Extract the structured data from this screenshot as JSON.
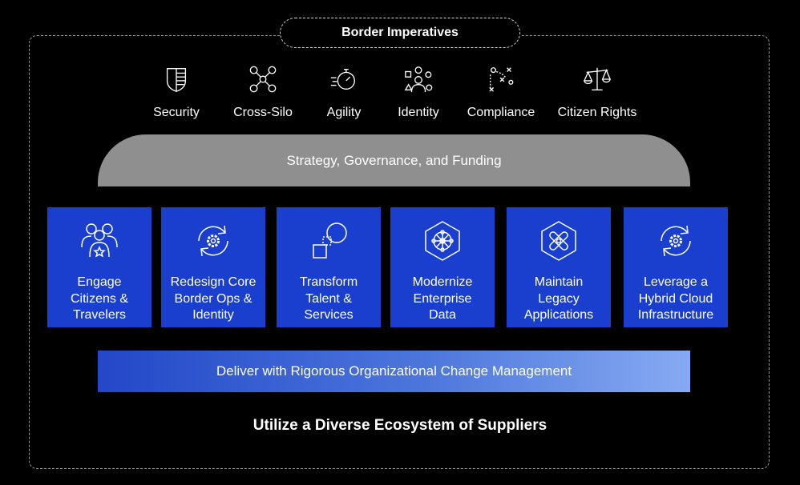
{
  "header": {
    "title": "Border Imperatives"
  },
  "imperatives": [
    {
      "label": "Security",
      "icon": "shield-icon"
    },
    {
      "label": "Cross-Silo",
      "icon": "network-icon"
    },
    {
      "label": "Agility",
      "icon": "stopwatch-icon"
    },
    {
      "label": "Identity",
      "icon": "identity-icon"
    },
    {
      "label": "Compliance",
      "icon": "strategy-play-icon"
    },
    {
      "label": "Citizen Rights",
      "icon": "scales-icon"
    }
  ],
  "strategy": {
    "label": "Strategy, Governance, and Funding"
  },
  "pillars": [
    {
      "label": "Engage\nCitizens &\nTravelers",
      "icon": "people-star-icon"
    },
    {
      "label": "Redesign Core\nBorder Ops  &\nIdentity",
      "icon": "gear-cycle-icon"
    },
    {
      "label": "Transform\nTalent &\nServices",
      "icon": "transform-icon"
    },
    {
      "label": "Modernize\nEnterprise\nData",
      "icon": "data-hexagon-icon"
    },
    {
      "label": "Maintain\nLegacy\nApplications",
      "icon": "tools-hexagon-icon"
    },
    {
      "label": "Leverage a\nHybrid Cloud\nInfrastructure",
      "icon": "gear-cycle-icon"
    }
  ],
  "change": {
    "label": "Deliver with Rigorous Organizational Change Management"
  },
  "footer": {
    "label": "Utilize a Diverse Ecosystem of Suppliers"
  },
  "colors": {
    "card": "#1a3fcf",
    "strategy": "#8f8f8f",
    "bar_start": "#2347c8",
    "bar_end": "#86aaf2"
  }
}
